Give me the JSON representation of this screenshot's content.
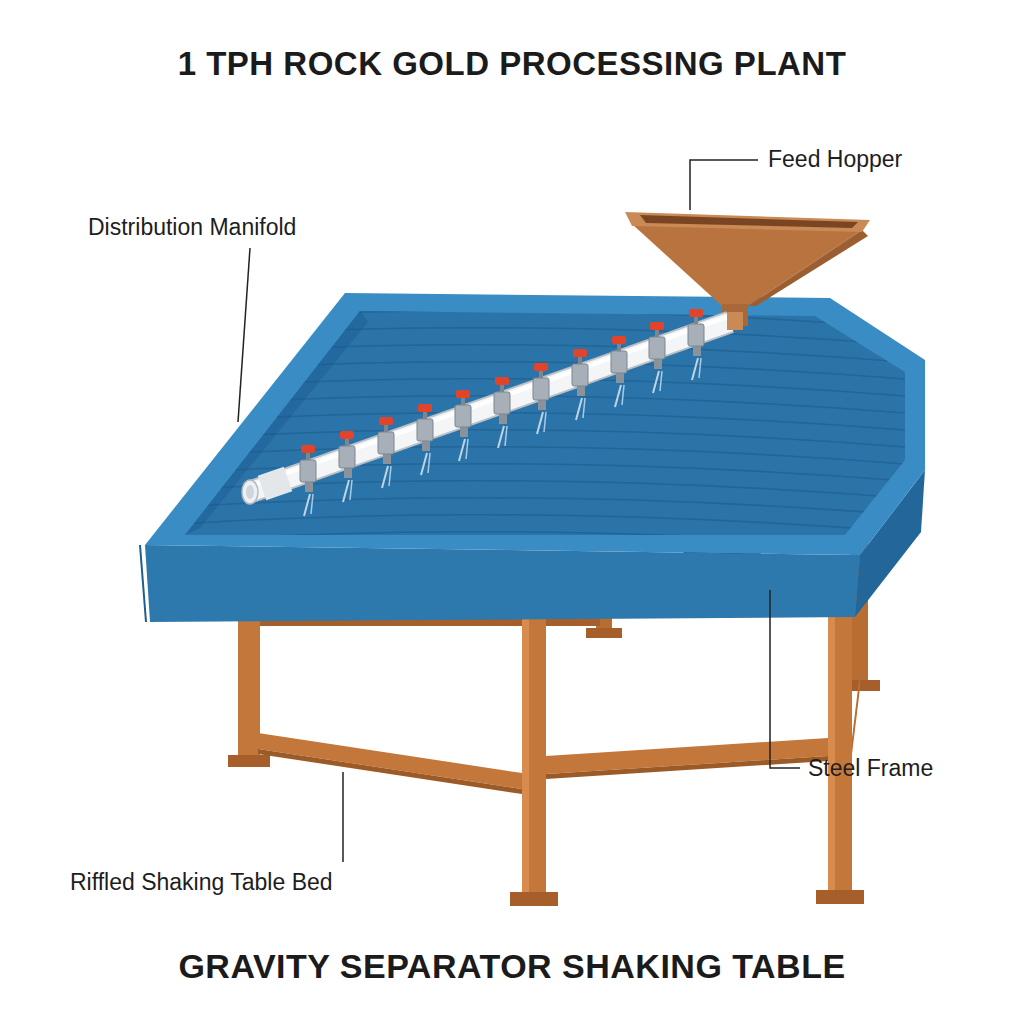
{
  "diagram": {
    "title": "1 TPH ROCK GOLD PROCESSING PLANT",
    "caption": "GRAVITY SEPARATOR SHAKING TABLE",
    "labels": [
      "Feed Hopper",
      "Distribution Manifold",
      "Steel Frame",
      "Riffled Shaking Table Bed"
    ]
  }
}
